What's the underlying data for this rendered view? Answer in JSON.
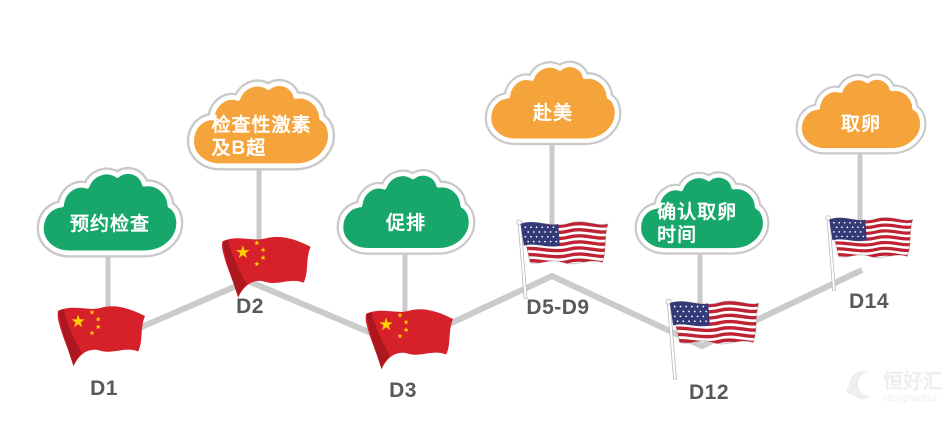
{
  "page": {
    "background": "#ffffff"
  },
  "colors": {
    "green": "#18A76B",
    "orange": "#F5A43C",
    "line": "#CBCBCB",
    "label": "#58595B",
    "cloud_border_outer": "#C9C9C9",
    "cloud_border_inner": "#FFFFFF",
    "cn_red": "#D7212A",
    "cn_red_dark": "#A5161C",
    "cn_star": "#FFD100",
    "us_red": "#BF2333",
    "us_blue": "#333A77",
    "watermark": "#EFEDEE"
  },
  "steps": [
    {
      "flag": "china-flag-icon",
      "label": "D1",
      "cloud_color": "green",
      "cloud_lines": [
        "预约检查"
      ]
    },
    {
      "flag": "china-flag-icon",
      "label": "D2",
      "cloud_color": "orange",
      "cloud_lines": [
        "检查性激素",
        "及B超"
      ]
    },
    {
      "flag": "china-flag-icon",
      "label": "D3",
      "cloud_color": "green",
      "cloud_lines": [
        "促排"
      ]
    },
    {
      "flag": "usa-flag-icon",
      "label": "D5-D9",
      "cloud_color": "orange",
      "cloud_lines": [
        "赴美"
      ]
    },
    {
      "flag": "usa-flag-icon",
      "label": "D12",
      "cloud_color": "green",
      "cloud_lines": [
        "确认取卵",
        "时间"
      ]
    },
    {
      "flag": "usa-flag-icon",
      "label": "D14",
      "cloud_color": "orange",
      "cloud_lines": [
        "取卵"
      ]
    }
  ],
  "watermark": {
    "brand": "恒好汇",
    "brand_en": "Henghaohui"
  }
}
